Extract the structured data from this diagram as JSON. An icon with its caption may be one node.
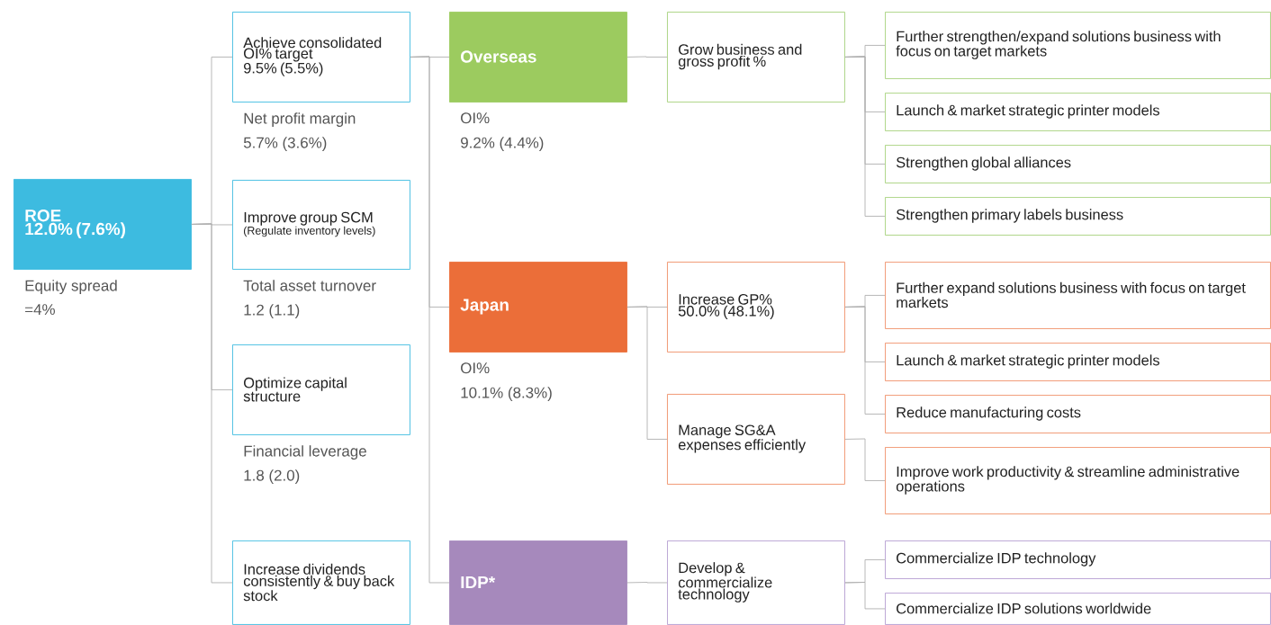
{
  "diagram": {
    "nodes": [
      {
        "text": [
          "ROE",
          "12.0% (7.6%)"
        ],
        "beside": [
          "Equity spread",
          "=4%"
        ]
      },
      {
        "text": [
          "Achieve consolidated OI% target",
          "9.5% (5.5%)"
        ],
        "beside": [
          "Net profit margin",
          "5.7% (3.6%)"
        ]
      },
      {
        "text": [
          "Improve group SCM",
          "(Regulate inventory levels)"
        ],
        "beside": [
          "Total asset turnover",
          "1.2 (1.1)"
        ]
      },
      {
        "text": [
          "Optimize capital structure"
        ],
        "beside": [
          "Financial leverage",
          "1.8 (2.0)"
        ]
      },
      {
        "text": [
          "Increase dividends consistently & buy back stock"
        ]
      },
      {
        "text": [
          "Overseas"
        ],
        "beside": [
          "OI%",
          "9.2% (4.4%)"
        ]
      },
      {
        "text": [
          "Japan"
        ],
        "beside": [
          "OI%",
          "10.1% (8.3%)"
        ]
      },
      {
        "text": [
          "IDP*"
        ]
      },
      {
        "text": [
          "Grow business and gross profit %"
        ]
      },
      {
        "text": [
          "Further strengthen/expand solutions business with focus on target markets"
        ]
      },
      {
        "text": [
          "Launch & market strategic printer models"
        ]
      },
      {
        "text": [
          "Strengthen global alliances"
        ]
      },
      {
        "text": [
          "Strengthen primary labels business"
        ]
      },
      {
        "text": [
          "Increase GP%",
          "50.0% (48.1%)"
        ]
      },
      {
        "text": [
          "Manage SG&A expenses efficiently"
        ]
      },
      {
        "text": [
          "Further expand solutions business with focus on target markets"
        ]
      },
      {
        "text": [
          "Launch & market strategic printer models"
        ]
      },
      {
        "text": [
          "Reduce manufacturing costs"
        ]
      },
      {
        "text": [
          "Improve work productivity & streamline administrative operations"
        ]
      },
      {
        "text": [
          "Develop & commercialize technology"
        ]
      },
      {
        "text": [
          "Commercialize IDP technology"
        ]
      },
      {
        "text": [
          "Commercialize IDP solutions worldwide"
        ]
      }
    ],
    "edges": [
      {
        "from": 0,
        "to": 1,
        "arrow": "none"
      },
      {
        "from": 0,
        "to": 2,
        "arrow": "none"
      },
      {
        "from": 0,
        "to": 3,
        "arrow": "none"
      },
      {
        "from": 0,
        "to": 4,
        "arrow": "none"
      },
      {
        "from": 1,
        "to": 5,
        "arrow": "none"
      },
      {
        "from": 1,
        "to": 6,
        "arrow": "none"
      },
      {
        "from": 1,
        "to": 7,
        "arrow": "none"
      },
      {
        "from": 5,
        "to": 8,
        "arrow": "none"
      },
      {
        "from": 8,
        "to": 9,
        "arrow": "none"
      },
      {
        "from": 8,
        "to": 10,
        "arrow": "none"
      },
      {
        "from": 8,
        "to": 11,
        "arrow": "none"
      },
      {
        "from": 8,
        "to": 12,
        "arrow": "none"
      },
      {
        "from": 6,
        "to": 13,
        "arrow": "none"
      },
      {
        "from": 6,
        "to": 14,
        "arrow": "none"
      },
      {
        "from": 13,
        "to": 15,
        "arrow": "none"
      },
      {
        "from": 13,
        "to": 16,
        "arrow": "none"
      },
      {
        "from": 13,
        "to": 17,
        "arrow": "none"
      },
      {
        "from": 14,
        "to": 18,
        "arrow": "none"
      },
      {
        "from": 7,
        "to": 19,
        "arrow": "none"
      },
      {
        "from": 19,
        "to": 20,
        "arrow": "none"
      },
      {
        "from": 19,
        "to": 21,
        "arrow": "none"
      }
    ]
  }
}
